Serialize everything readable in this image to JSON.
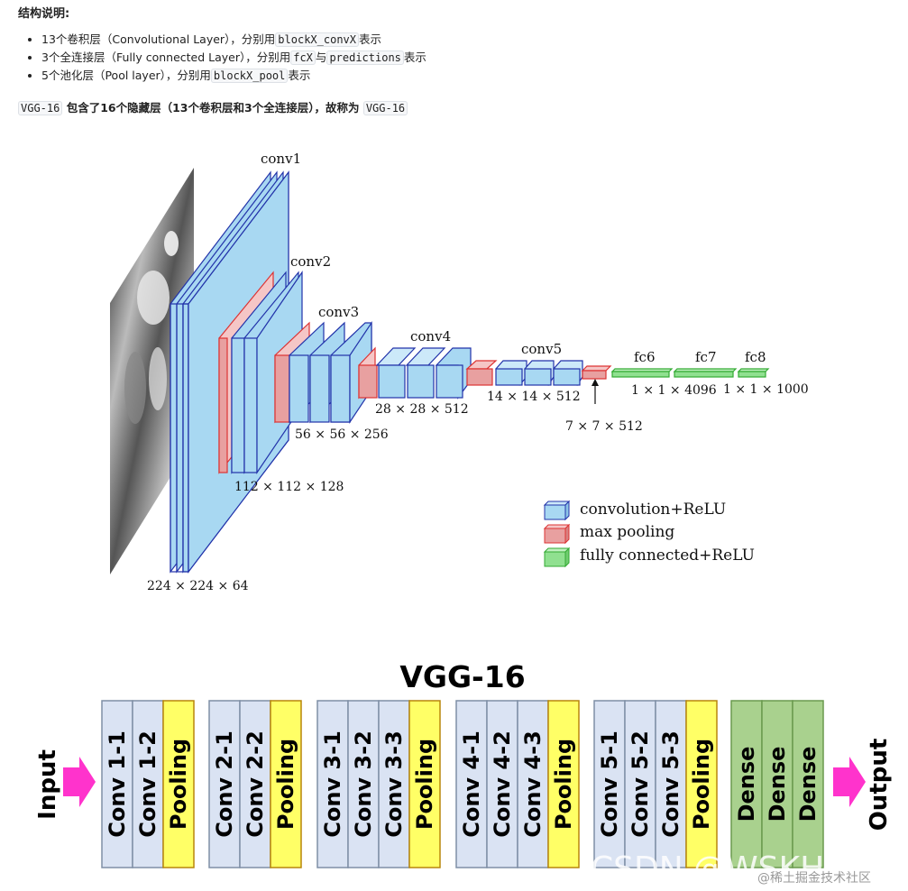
{
  "doc": {
    "title": "结构说明:",
    "bullets": [
      {
        "pre": "13个卷积层（Convolutional Layer），分别用",
        "code1": "blockX_convX",
        "mid": "",
        "code2": "",
        "post": "表示"
      },
      {
        "pre": "3个全连接层（Fully connected Layer），分别用",
        "code1": "fcX",
        "mid": "与",
        "code2": "predictions",
        "post": "表示"
      },
      {
        "pre": "5个池化层（Pool layer），分别用",
        "code1": "blockX_pool",
        "mid": "",
        "code2": "",
        "post": "表示"
      }
    ],
    "note": {
      "code1": "VGG-16",
      "text": " 包含了16个隐藏层（13个卷积层和3个全连接层），故称为 ",
      "code2": "VGG-16"
    }
  },
  "arch3d": {
    "layer_labels": [
      "conv1",
      "conv2",
      "conv3",
      "conv4",
      "conv5",
      "fc6",
      "fc7",
      "fc8"
    ],
    "dim_labels": [
      "224 × 224 × 64",
      "112 × 112 × 128",
      "56 × 56 × 256",
      "28 × 28 × 512",
      "14 × 14 × 512",
      "7 × 7 × 512",
      "1 × 1 × 4096",
      "1 × 1 × 1000"
    ],
    "legend": [
      "convolution+ReLU",
      "max pooling",
      "fully connected+ReLU"
    ],
    "colors": {
      "conv": "#a8d8f2",
      "conv_edge": "#2233aa",
      "pool": "#e8a0a0",
      "pool_edge": "#dd3333",
      "fc": "#90e090",
      "fc_edge": "#33aa33"
    }
  },
  "blocks": {
    "title": "VGG-16",
    "input": "Input",
    "output": "Output",
    "groups": [
      [
        "Conv 1-1",
        "Conv 1-2",
        "Pooling"
      ],
      [
        "Conv 2-1",
        "Conv 2-2",
        "Pooling"
      ],
      [
        "Conv 3-1",
        "Conv 3-2",
        "Conv 3-3",
        "Pooling"
      ],
      [
        "Conv 4-1",
        "Conv 4-2",
        "Conv 4-3",
        "Pooling"
      ],
      [
        "Conv 5-1",
        "Conv 5-2",
        "Conv 5-3",
        "Pooling"
      ],
      [
        "Dense",
        "Dense",
        "Dense"
      ]
    ],
    "colors": {
      "conv": "#dae3f3",
      "pool": "#ffff66",
      "dense": "#a9d18e",
      "arrow": "#ff33cc",
      "pool_border": "#b8860b"
    }
  },
  "watermark": {
    "main": "CSDN @WSKH",
    "sub": "@稀土掘金技术社区"
  }
}
